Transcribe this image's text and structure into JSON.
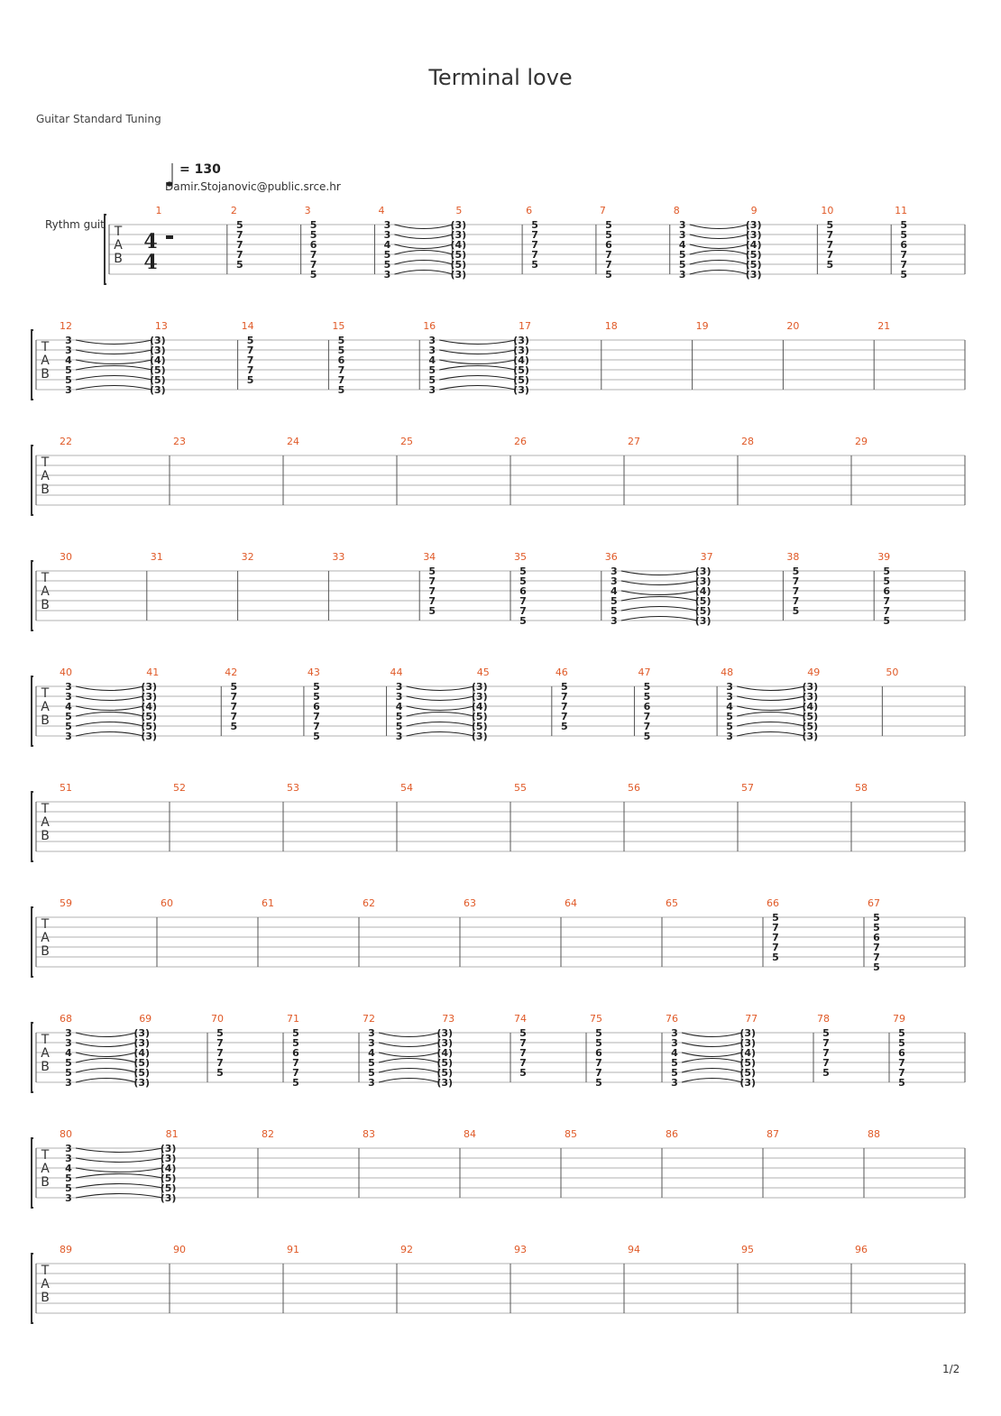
{
  "song": {
    "title": "Terminal love",
    "tuning": "Guitar Standard Tuning",
    "tempo": "= 130",
    "author": "Damir.Stojanovic@public.srce.hr",
    "track": "Rythm guit",
    "page": "1/2",
    "time_signature": [
      "4",
      "4"
    ],
    "clef": [
      "T",
      "A",
      "B"
    ]
  },
  "chord_types": {
    "A": [
      "5",
      "7",
      "7",
      "7",
      "5",
      ""
    ],
    "B": [
      "5",
      "5",
      "6",
      "7",
      "7",
      "5"
    ],
    "C": [
      "3",
      "3",
      "4",
      "5",
      "5",
      "3"
    ],
    "D": [
      "(3)",
      "(3)",
      "(4)",
      "(5)",
      "(5)",
      "(3)"
    ],
    "R": [],
    "E": []
  },
  "systems": [
    {
      "start": 1,
      "measures": [
        "R",
        "A",
        "B",
        "C",
        "D",
        "A",
        "B",
        "C",
        "D",
        "A",
        "B"
      ]
    },
    {
      "start": 12,
      "measures": [
        "C",
        "D",
        "A",
        "B",
        "C",
        "D",
        "E",
        "E",
        "E",
        "E"
      ]
    },
    {
      "start": 22,
      "measures": [
        "E",
        "E",
        "E",
        "E",
        "E",
        "E",
        "E",
        "E"
      ]
    },
    {
      "start": 30,
      "measures": [
        "E",
        "E",
        "E",
        "E",
        "A",
        "B",
        "C",
        "D",
        "A",
        "B"
      ]
    },
    {
      "start": 40,
      "measures": [
        "C",
        "D",
        "A",
        "B",
        "C",
        "D",
        "A",
        "B",
        "C",
        "D",
        "E"
      ]
    },
    {
      "start": 51,
      "measures": [
        "E",
        "E",
        "E",
        "E",
        "E",
        "E",
        "E",
        "E"
      ]
    },
    {
      "start": 59,
      "measures": [
        "E",
        "E",
        "E",
        "E",
        "E",
        "E",
        "E",
        "A",
        "B"
      ]
    },
    {
      "start": 68,
      "measures": [
        "C",
        "D",
        "A",
        "B",
        "C",
        "D",
        "A",
        "B",
        "C",
        "D",
        "A",
        "B"
      ]
    },
    {
      "start": 80,
      "measures": [
        "C",
        "D",
        "E",
        "E",
        "E",
        "E",
        "E",
        "E",
        "E"
      ]
    },
    {
      "start": 89,
      "measures": [
        "E",
        "E",
        "E",
        "E",
        "E",
        "E",
        "E",
        "E"
      ]
    }
  ]
}
